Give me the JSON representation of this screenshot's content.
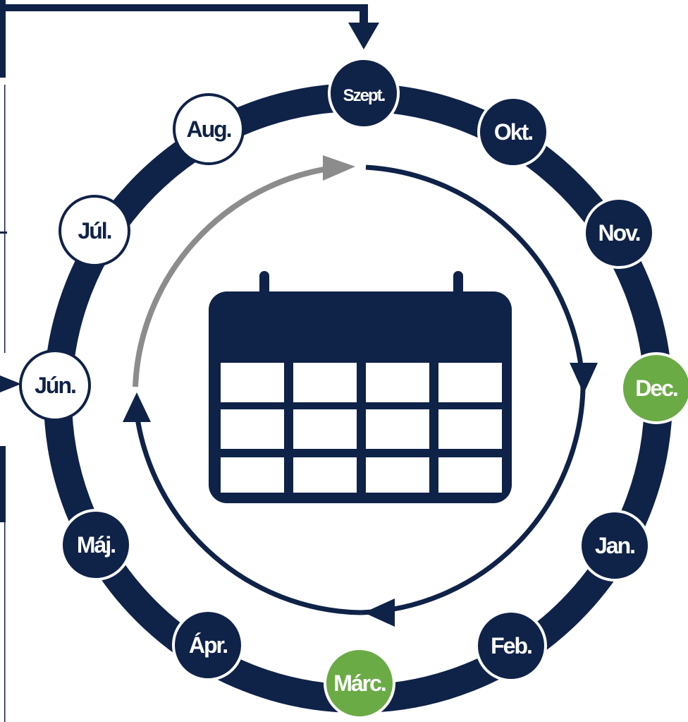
{
  "diagram": {
    "months": [
      {
        "label": "Szept.",
        "style": "dark"
      },
      {
        "label": "Okt.",
        "style": "dark"
      },
      {
        "label": "Nov.",
        "style": "dark"
      },
      {
        "label": "Dec.",
        "style": "green"
      },
      {
        "label": "Jan.",
        "style": "dark"
      },
      {
        "label": "Feb.",
        "style": "dark"
      },
      {
        "label": "Márc.",
        "style": "green"
      },
      {
        "label": "Ápr.",
        "style": "dark"
      },
      {
        "label": "Máj.",
        "style": "dark"
      },
      {
        "label": "Jún.",
        "style": "light"
      },
      {
        "label": "Júl.",
        "style": "light"
      },
      {
        "label": "Aug.",
        "style": "light"
      }
    ],
    "center_icon": "calendar-icon"
  },
  "colors": {
    "navy": "#0f2248",
    "green": "#6aab45",
    "gray_arrow": "#8c8c8c",
    "white": "#ffffff"
  }
}
